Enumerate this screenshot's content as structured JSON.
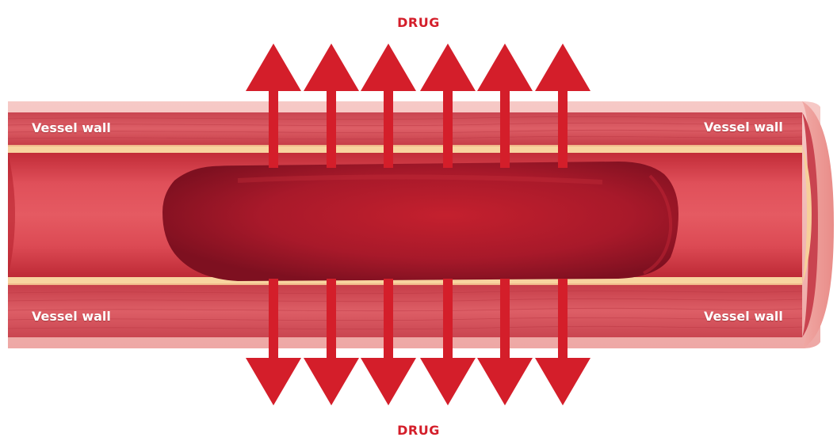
{
  "labels": {
    "drug_top": "DRUG",
    "drug_bottom": "DRUG",
    "vessel_wall_top_left": "Vessel wall",
    "vessel_wall_top_right": "Vessel wall",
    "vessel_wall_bottom_left": "Vessel wall",
    "vessel_wall_bottom_right": "Vessel wall"
  },
  "colors": {
    "arrow": "#d41e2a",
    "drug_text": "#d41e2a",
    "outer_wall": "#f3b7b5",
    "muscle_wall": "#d9555e",
    "intima_stripe": "#f9d49c",
    "lumen": "#d93a44",
    "balloon": "#a71a27"
  },
  "arrows": {
    "upward_count": 6,
    "downward_count": 6
  }
}
